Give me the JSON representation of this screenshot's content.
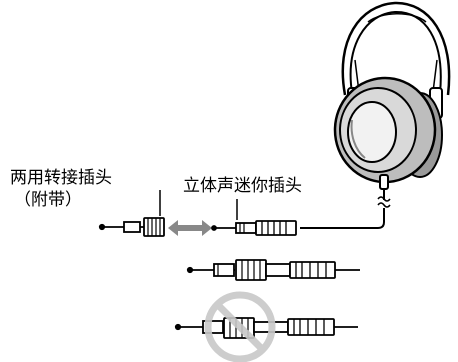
{
  "labels": {
    "adapter": "两用转接插头",
    "adapter_sub": "（附带）",
    "stereo_mini": "立体声迷你插头"
  },
  "icons": [
    "headphones-icon",
    "adapter-plug-icon",
    "double-arrow-icon",
    "stereo-mini-plug-icon",
    "assembled-plug-icon",
    "prohibition-icon"
  ],
  "colors": {
    "line": "#000000",
    "ear_pad": "#bdbdbd",
    "prohibit": "#c8c8c8"
  }
}
